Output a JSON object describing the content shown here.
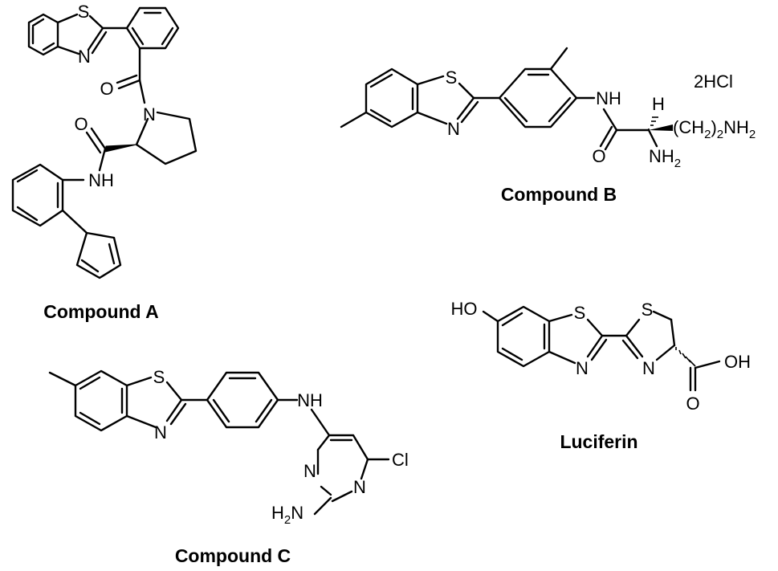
{
  "molecules": {
    "a": {
      "caption": "Compound A",
      "atoms": {
        "s1": "S",
        "n1": "N",
        "o1": "O",
        "n2": "N",
        "o2": "O",
        "nh": "NH"
      }
    },
    "b": {
      "caption": "Compound B",
      "atoms": {
        "s1": "S",
        "n1": "N",
        "nh": "NH",
        "h": "H",
        "o1": "O",
        "nh2": "NH",
        "nh2_sub": "2",
        "chain_open": "(CH",
        "chain_sub1": "2",
        "chain_mid": ")",
        "chain_sub2": "2",
        "chain_tail": "NH",
        "chain_sub3": "2",
        "salt": "2HCl"
      }
    },
    "c": {
      "caption": "Compound C",
      "atoms": {
        "s1": "S",
        "n1": "N",
        "nh": "NH",
        "n2": "N",
        "n3": "N",
        "cl": "Cl",
        "h2n": "H",
        "h2n_sub": "2",
        "h2n_tail": "N"
      }
    },
    "luc": {
      "caption": "Luciferin",
      "atoms": {
        "ho": "HO",
        "s1": "S",
        "n1": "N",
        "s2": "S",
        "n2": "N",
        "oh": "OH",
        "o1": "O"
      }
    }
  }
}
